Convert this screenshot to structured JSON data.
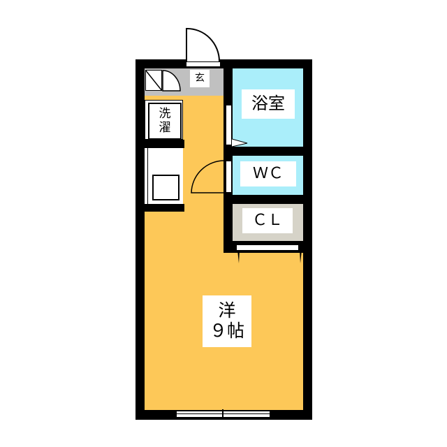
{
  "rooms": {
    "entrance": "玄",
    "bath": "浴室",
    "wc": "ＷＣ",
    "closet": "ＣＬ",
    "laundry": "洗\n濯",
    "western_room": "洋",
    "western_room_size": "９帖"
  },
  "colors": {
    "room": "#fdc858",
    "wet_area": "#aaeefa",
    "entrance": "#c0c0c0",
    "closet": "#d6d3c8",
    "wall": "#000000"
  }
}
